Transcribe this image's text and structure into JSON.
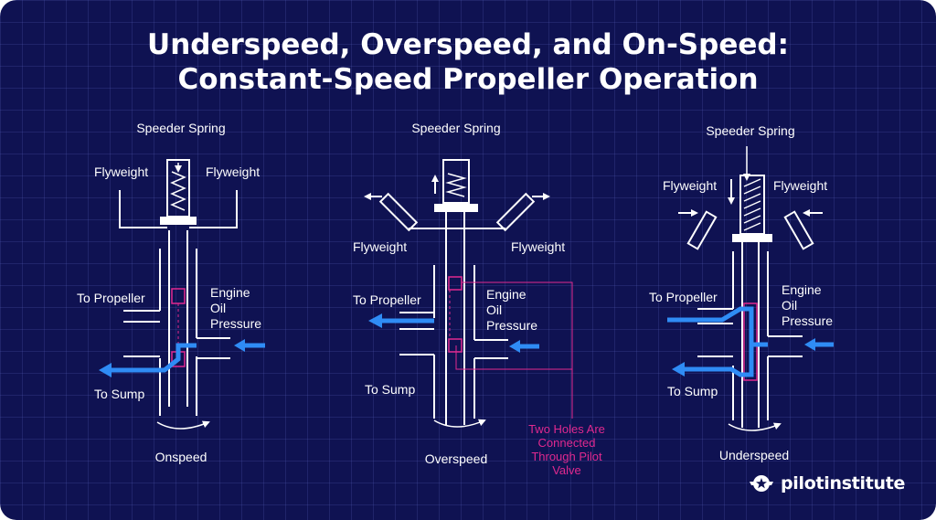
{
  "title": {
    "line1": "Underspeed, Overspeed, and On-Speed:",
    "line2": "Constant-Speed Propeller Operation"
  },
  "colors": {
    "background": "#0f1252",
    "line": "#ffffff",
    "oil_flow": "#2f8cf5",
    "pilot_valve": "#e0298f"
  },
  "panels": {
    "onspeed": {
      "speeder_spring": "Speeder Spring",
      "flyweight_left": "Flyweight",
      "flyweight_right": "Flyweight",
      "to_propeller": "To Propeller",
      "engine_oil_1": "Engine",
      "engine_oil_2": "Oil",
      "engine_oil_3": "Pressure",
      "to_sump": "To Sump",
      "caption": "Onspeed"
    },
    "overspeed": {
      "speeder_spring": "Speeder Spring",
      "flyweight_left": "Flyweight",
      "flyweight_right": "Flyweight",
      "to_propeller": "To Propeller",
      "engine_oil_1": "Engine",
      "engine_oil_2": "Oil",
      "engine_oil_3": "Pressure",
      "to_sump": "To Sump",
      "caption": "Overspeed",
      "note_1": "Two Holes Are",
      "note_2": "Connected",
      "note_3": "Through Pilot",
      "note_4": "Valve"
    },
    "underspeed": {
      "speeder_spring": "Speeder Spring",
      "flyweight_left": "Flyweight",
      "flyweight_right": "Flyweight",
      "to_propeller": "To Propeller",
      "engine_oil_1": "Engine",
      "engine_oil_2": "Oil",
      "engine_oil_3": "Pressure",
      "to_sump": "To Sump",
      "caption": "Underspeed"
    }
  },
  "brand": {
    "name": "pilotinstitute",
    "icon": "star-wing-logo-icon"
  }
}
